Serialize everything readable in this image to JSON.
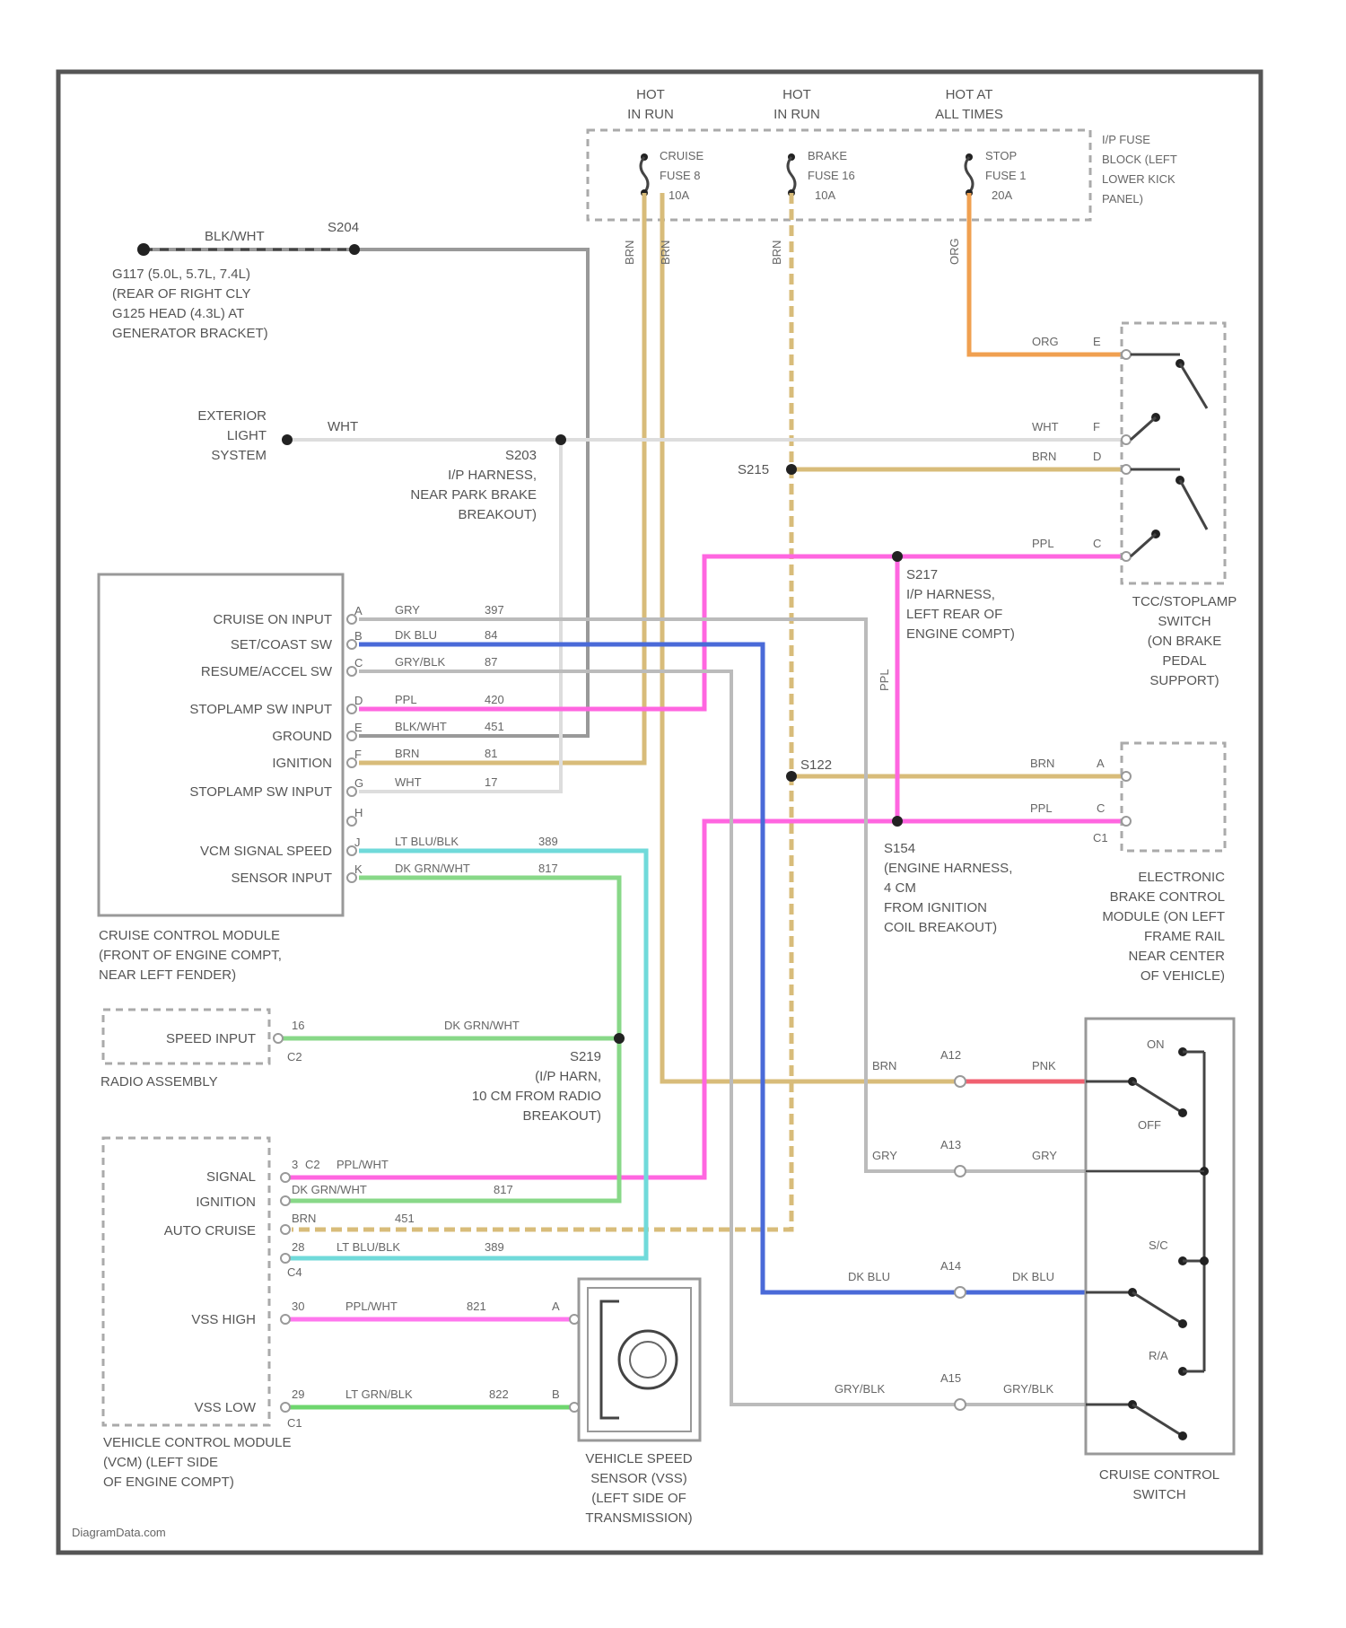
{
  "watermark": "DiagramData.com",
  "power": {
    "hot_run_1": [
      "HOT",
      "IN RUN"
    ],
    "hot_run_2": [
      "HOT",
      "IN RUN"
    ],
    "hot_all": [
      "HOT AT",
      "ALL TIMES"
    ],
    "fuse_cruise": [
      "CRUISE",
      "FUSE 8",
      "10A"
    ],
    "fuse_brake": [
      "BRAKE",
      "FUSE 16",
      "10A"
    ],
    "fuse_stop": [
      "STOP",
      "FUSE 1",
      "20A"
    ],
    "fuse_block": [
      "I/P FUSE",
      "BLOCK (LEFT",
      "LOWER KICK",
      "PANEL)"
    ],
    "wire_brn_1": "BRN",
    "wire_brn_2": "BRN",
    "wire_brn_3": "BRN",
    "wire_org": "ORG"
  },
  "ground": {
    "wire": "BLK/WHT",
    "splice": "S204",
    "text": [
      "G117  (5.0L, 5.7L, 7.4L)",
      "(REAR OF RIGHT CLY",
      "G125  HEAD (4.3L) AT",
      "GENERATOR BRACKET)"
    ]
  },
  "exterior": {
    "text": [
      "EXTERIOR",
      "LIGHT",
      "SYSTEM"
    ],
    "wire": "WHT",
    "splice": [
      "S203",
      "I/P HARNESS,",
      "NEAR PARK BRAKE",
      "BREAKOUT)"
    ]
  },
  "stoplamp_switch": {
    "pins": [
      {
        "wire": "ORG",
        "pin": "E"
      },
      {
        "wire": "WHT",
        "pin": "F"
      },
      {
        "wire": "BRN",
        "pin": "D"
      },
      {
        "wire": "PPL",
        "pin": "C"
      }
    ],
    "label": [
      "TCC/STOPLAMP",
      "SWITCH",
      "(ON BRAKE",
      "PEDAL",
      "SUPPORT)"
    ]
  },
  "splices": {
    "s215": "S215",
    "s217": [
      "S217",
      "I/P HARNESS,",
      "LEFT REAR OF",
      "ENGINE COMPT)"
    ],
    "s122": "S122",
    "s154": [
      "S154",
      "(ENGINE HARNESS,",
      "4 CM",
      "FROM IGNITION",
      "COIL BREAKOUT)"
    ],
    "s219": [
      "S219",
      "(I/P HARN,",
      "10 CM FROM RADIO",
      "BREAKOUT)"
    ]
  },
  "ebcm": {
    "wire_brn": "BRN",
    "pin_a": "A",
    "wire_ppl": "PPL",
    "pin_c": "C",
    "connector": "C1",
    "label": [
      "ELECTRONIC",
      "BRAKE CONTROL",
      "MODULE (ON LEFT",
      "FRAME RAIL",
      "NEAR CENTER",
      "OF VEHICLE)"
    ]
  },
  "ccm": {
    "inputs": [
      {
        "name": "CRUISE ON INPUT",
        "pin": "A",
        "wire": "GRY",
        "circuit": "397"
      },
      {
        "name": "SET/COAST SW",
        "pin": "B",
        "wire": "DK BLU",
        "circuit": "84"
      },
      {
        "name": "RESUME/ACCEL SW",
        "pin": "C",
        "wire": "GRY/BLK",
        "circuit": "87"
      },
      {
        "name": "STOPLAMP SW INPUT",
        "pin": "D",
        "wire": "PPL",
        "circuit": "420"
      },
      {
        "name": "GROUND",
        "pin": "E",
        "wire": "BLK/WHT",
        "circuit": "451"
      },
      {
        "name": "IGNITION",
        "pin": "F",
        "wire": "BRN",
        "circuit": "81"
      },
      {
        "name": "STOPLAMP SW INPUT",
        "pin": "G",
        "wire": "WHT",
        "circuit": "17"
      },
      {
        "name": "",
        "pin": "H",
        "wire": "",
        "circuit": ""
      },
      {
        "name": "VCM SIGNAL SPEED",
        "pin": "J",
        "wire": "LT BLU/BLK",
        "circuit": "389"
      },
      {
        "name": "SENSOR INPUT",
        "pin": "K",
        "wire": "DK GRN/WHT",
        "circuit": "817"
      }
    ],
    "label": [
      "CRUISE CONTROL MODULE",
      "(FRONT OF ENGINE COMPT,",
      "NEAR LEFT FENDER)"
    ]
  },
  "radio": {
    "input": "SPEED INPUT",
    "pin": "16",
    "connector": "C2",
    "wire": "DK GRN/WHT",
    "label": "RADIO ASSEMBLY"
  },
  "vcm": {
    "pins": [
      {
        "name": "SIGNAL",
        "pin": "3",
        "connector": "C2",
        "wire": "PPL/WHT"
      },
      {
        "name": "IGNITION",
        "pin": "",
        "connector": "",
        "wire": "DK GRN/WHT",
        "circuit": "817"
      },
      {
        "name": "AUTO CRUISE",
        "pin": "",
        "connector": "",
        "wire": "BRN",
        "circuit": "451"
      },
      {
        "name": "",
        "pin": "28",
        "connector": "C4",
        "wire": "LT BLU/BLK",
        "circuit": "389"
      },
      {
        "name": "VSS HIGH",
        "pin": "30",
        "connector": "",
        "wire": "PPL/WHT",
        "circuit": "821",
        "vss_pin": "A"
      },
      {
        "name": "VSS LOW",
        "pin": "29",
        "connector": "C1",
        "wire": "LT GRN/BLK",
        "circuit": "822",
        "vss_pin": "B"
      }
    ],
    "label": [
      "VEHICLE CONTROL MODULE",
      "(VCM) (LEFT SIDE",
      "OF ENGINE COMPT)"
    ]
  },
  "vss": {
    "label": [
      "VEHICLE SPEED",
      "SENSOR (VSS)",
      "(LEFT SIDE OF",
      "TRANSMISSION)"
    ]
  },
  "cruise_switch": {
    "rows": [
      {
        "left_wire": "BRN",
        "conn": "A12",
        "right_wire": "PNK"
      },
      {
        "left_wire": "GRY",
        "conn": "A13",
        "right_wire": "GRY"
      },
      {
        "left_wire": "DK BLU",
        "conn": "A14",
        "right_wire": "DK BLU"
      },
      {
        "left_wire": "GRY/BLK",
        "conn": "A15",
        "right_wire": "GRY/BLK"
      }
    ],
    "positions": [
      "ON",
      "OFF",
      "S/C",
      "R/A"
    ],
    "label": [
      "CRUISE CONTROL",
      "SWITCH"
    ]
  },
  "colors": {
    "brn": "#d8bc7a",
    "org": "#f0a050",
    "ppl": "#ff66e0",
    "dkblu": "#4a6ad8",
    "ltblu": "#70dada",
    "dkgrn": "#88d888",
    "ltgrn": "#6ed66e",
    "gry": "#bbbbbb",
    "wht": "#dddddd",
    "pnk": "#f06070",
    "blkwht": "#999999",
    "pplwht": "#ff77ee"
  }
}
